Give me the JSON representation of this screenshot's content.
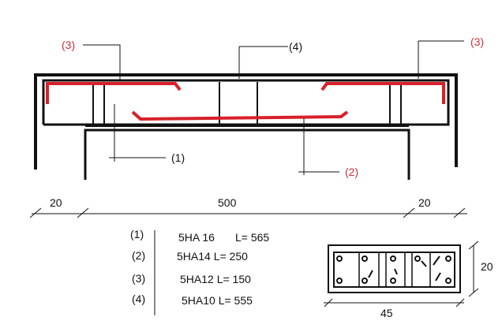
{
  "callouts": {
    "c1": "(1)",
    "c2": "(2)",
    "c3_left": "(3)",
    "c3_right": "(3)",
    "c4": "(4)"
  },
  "dimensions": {
    "left": "20",
    "middle": "500",
    "right": "20",
    "section_width": "45",
    "section_height": "20"
  },
  "schedule": [
    {
      "mark": "(1)",
      "spec": "5HA 16",
      "length": "L= 565"
    },
    {
      "mark": "(2)",
      "spec": "5HA14 L= 250"
    },
    {
      "mark": "(3)",
      "spec": "5HA12 L= 150"
    },
    {
      "mark": "(4)",
      "spec": "5HA10 L= 555"
    }
  ],
  "colors": {
    "outline": "#111111",
    "rebar": "#d8202a",
    "callout_text": "#d0303a"
  }
}
